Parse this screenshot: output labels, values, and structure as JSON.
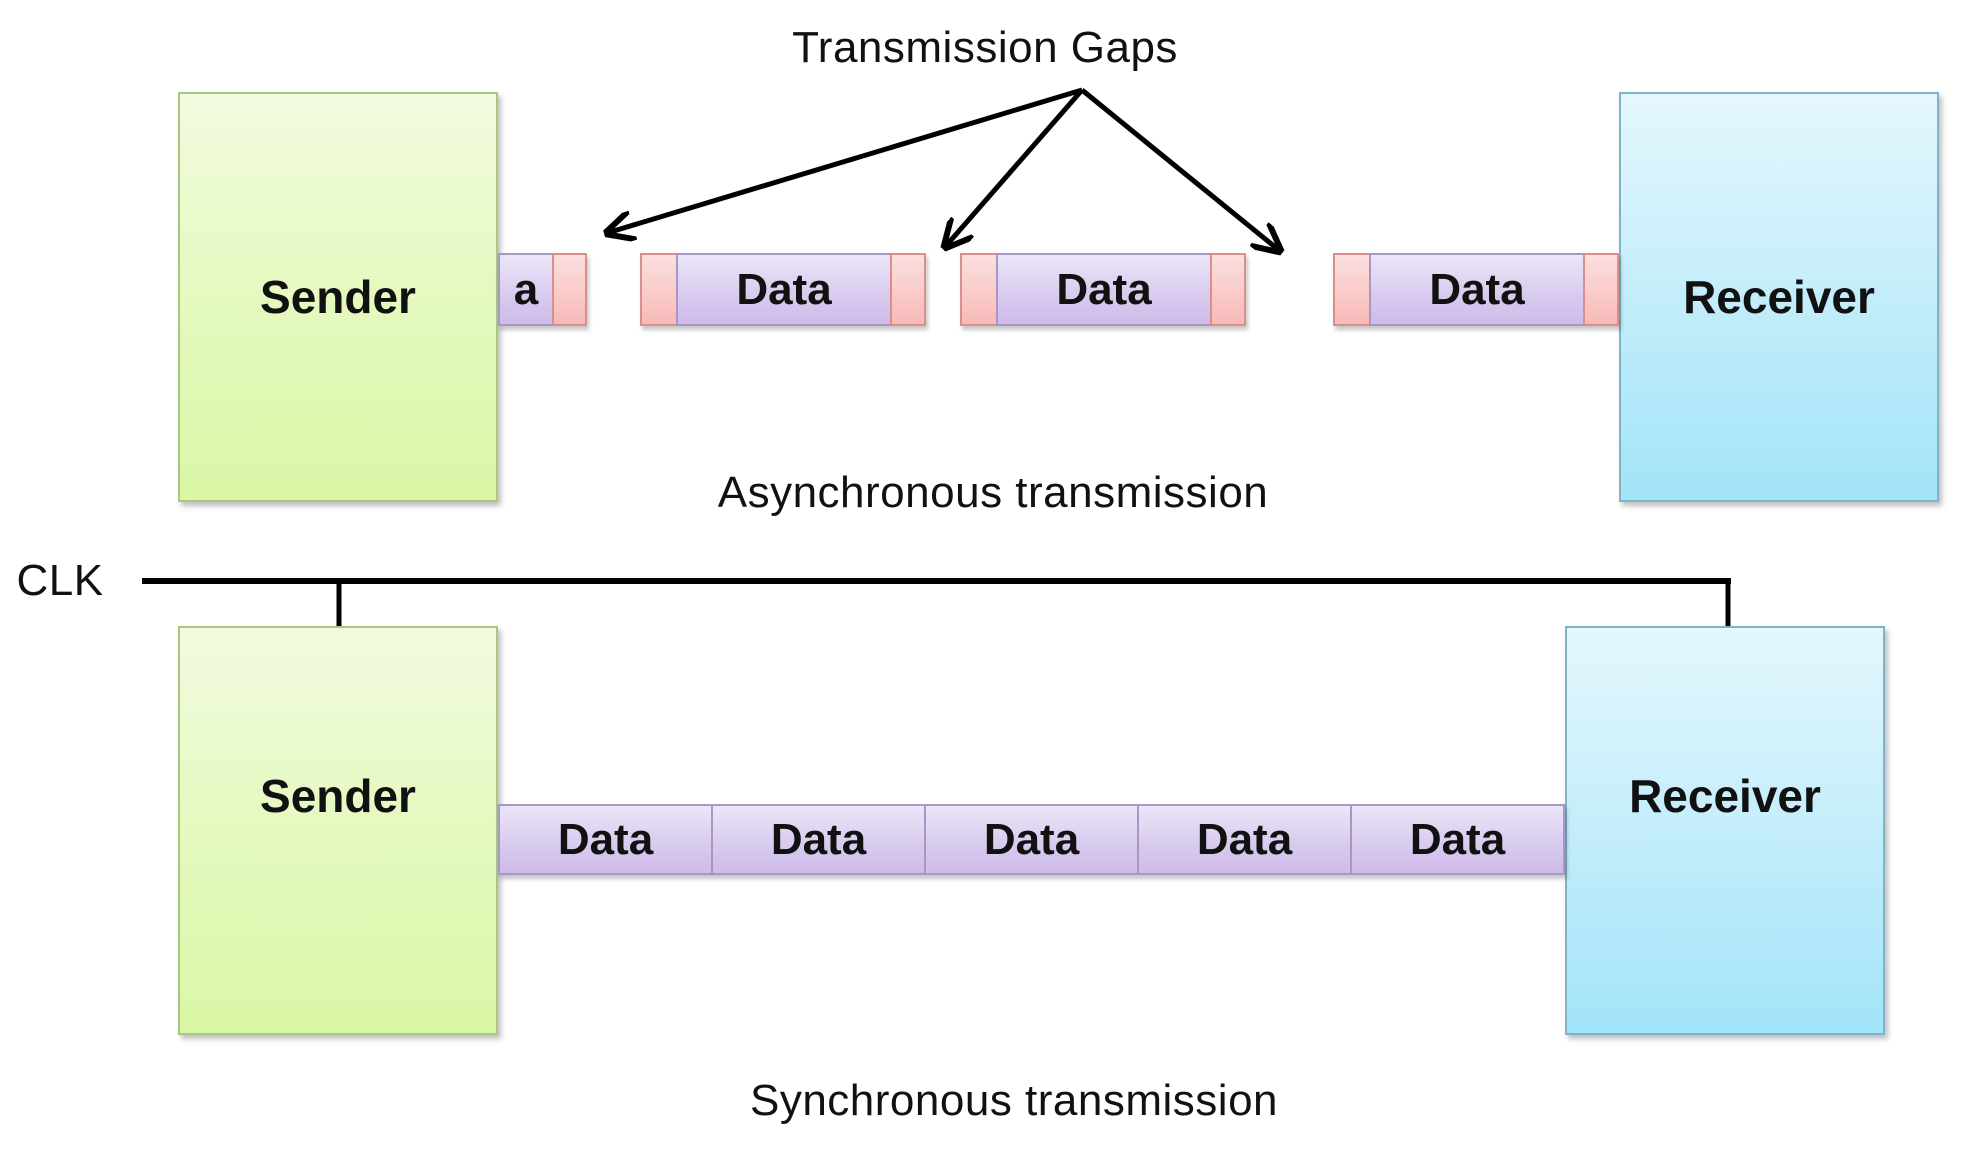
{
  "title": "Transmission Gaps",
  "async": {
    "caption": "Asynchronous transmission",
    "sender_label": "Sender",
    "receiver_label": "Receiver",
    "packets": [
      {
        "label": "a",
        "partial": true
      },
      {
        "label": "Data"
      },
      {
        "label": "Data"
      },
      {
        "label": "Data"
      }
    ],
    "gap_arrow_count": 3
  },
  "sync": {
    "caption": "Synchronous transmission",
    "clock_label": "CLK",
    "sender_label": "Sender",
    "receiver_label": "Receiver",
    "blocks": [
      "Data",
      "Data",
      "Data",
      "Data",
      "Data"
    ]
  },
  "colors": {
    "sender_fill": "#e6f9c2",
    "receiver_fill": "#c7eefb",
    "data_fill": "#d9ccef",
    "marker_fill": "#f8b9b7",
    "line": "#000000"
  }
}
